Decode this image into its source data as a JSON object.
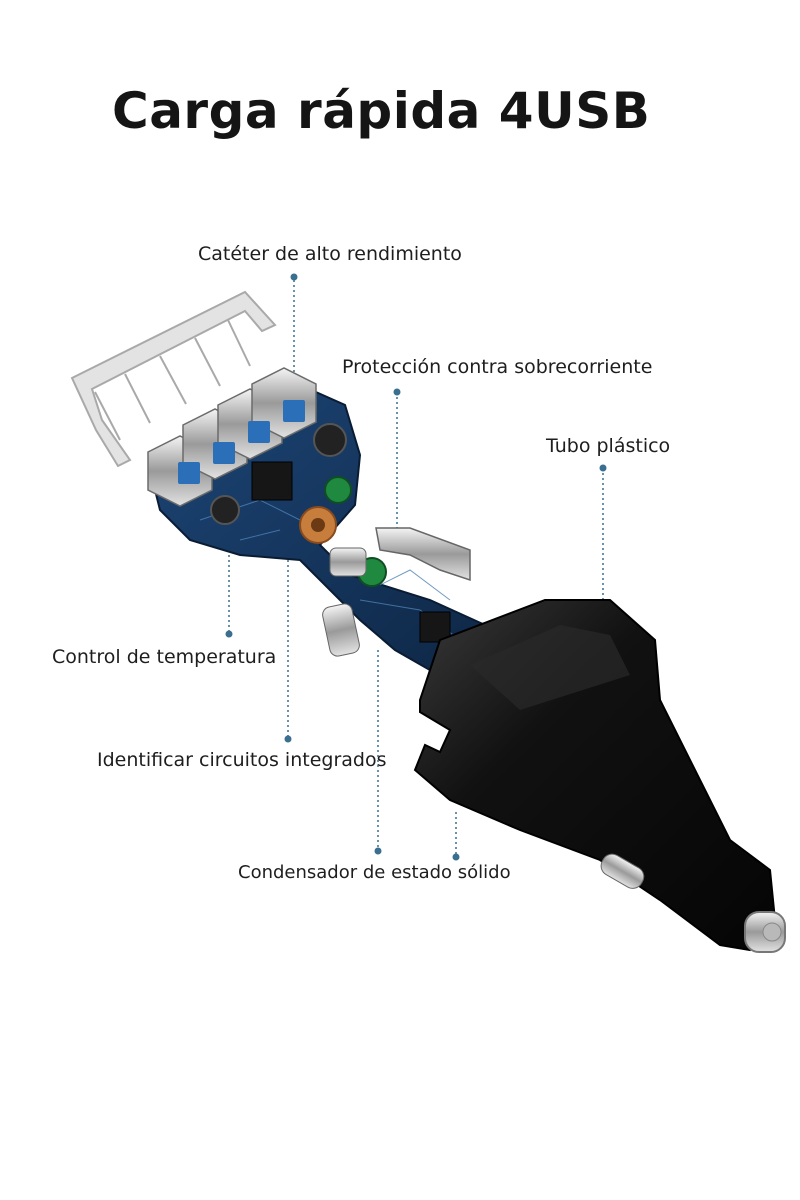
{
  "title": "Carga rápida 4USB",
  "callouts": {
    "catheter": "Catéter de alto rendimiento",
    "overcurrent": "Protección contra sobrecorriente",
    "tube": "Tubo plástico",
    "temperature": "Control de temperatura",
    "ic": "Identificar circuitos integrados",
    "capacitor": "Condensador de estado sólido"
  },
  "colors": {
    "background": "#ffffff",
    "text": "#1b1b1b",
    "leader": "#3a6f8f",
    "pcb": "#17355e",
    "shell": "#0d0d0d",
    "frame": "#dcdcdc"
  }
}
